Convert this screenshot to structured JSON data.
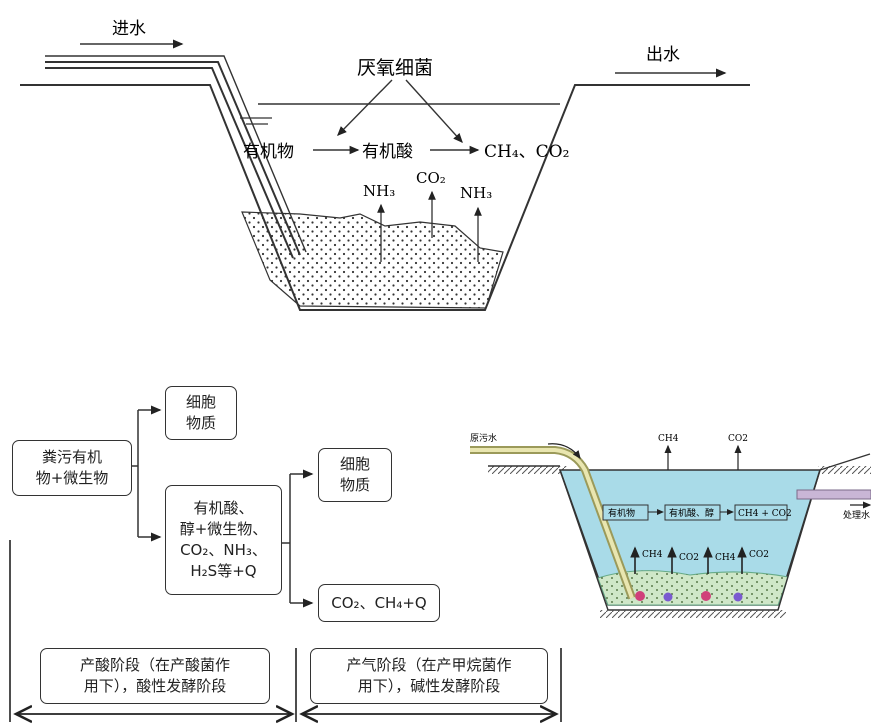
{
  "top_diagram": {
    "inlet_label": "进水",
    "outlet_label": "出水",
    "bacteria_label": "厌氧细菌",
    "organic_matter": "有机物",
    "organic_acid": "有机酸",
    "products": "CH₄、CO₂",
    "gas_nh3_left": "NH₃",
    "gas_co2": "CO₂",
    "gas_nh3_right": "NH₃"
  },
  "flow_chart": {
    "source_box": "粪污有机\n物+微生物",
    "cell_matter_1": "细胞\n物质",
    "intermediate_box": "有机酸、\n醇+微生物、\nCO₂、NH₃、\nH₂S等+Q",
    "cell_matter_2": "细胞\n物质",
    "final_products": "CO₂、CH₄+Q",
    "stage_acid": "产酸阶段（在产酸菌作\n用下），酸性发酵阶段",
    "stage_gas": "产气阶段（在产甲烷菌作\n用下），碱性发酵阶段"
  },
  "right_diagram": {
    "inlet_label": "原污水",
    "outlet_label": "处理水",
    "gas_ch4": "CH4",
    "gas_co2": "CO2",
    "box_organic": "有机物",
    "box_acid": "有机酸、醇",
    "box_products": "CH4 + CO2",
    "up_ch4_1": "CH4",
    "up_co2_1": "CO2",
    "up_ch4_2": "CH4",
    "up_co2_2": "CO2",
    "water_color": "#a9dbe8",
    "sludge_color": "#cfe7c8"
  }
}
